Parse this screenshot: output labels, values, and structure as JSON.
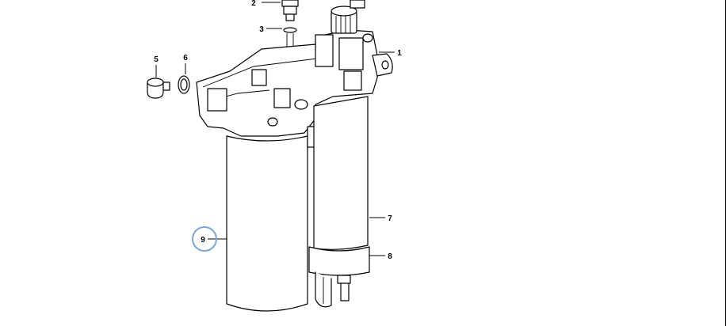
{
  "callouts": {
    "c1": "1",
    "c2": "2",
    "c3": "3",
    "c5": "5",
    "c6": "6",
    "c7": "7",
    "c8": "8",
    "c9": "9"
  },
  "selected_callout": "9",
  "colors": {
    "highlight_ring": "#7aa6d8",
    "line": "#000000",
    "background": "#ffffff"
  }
}
